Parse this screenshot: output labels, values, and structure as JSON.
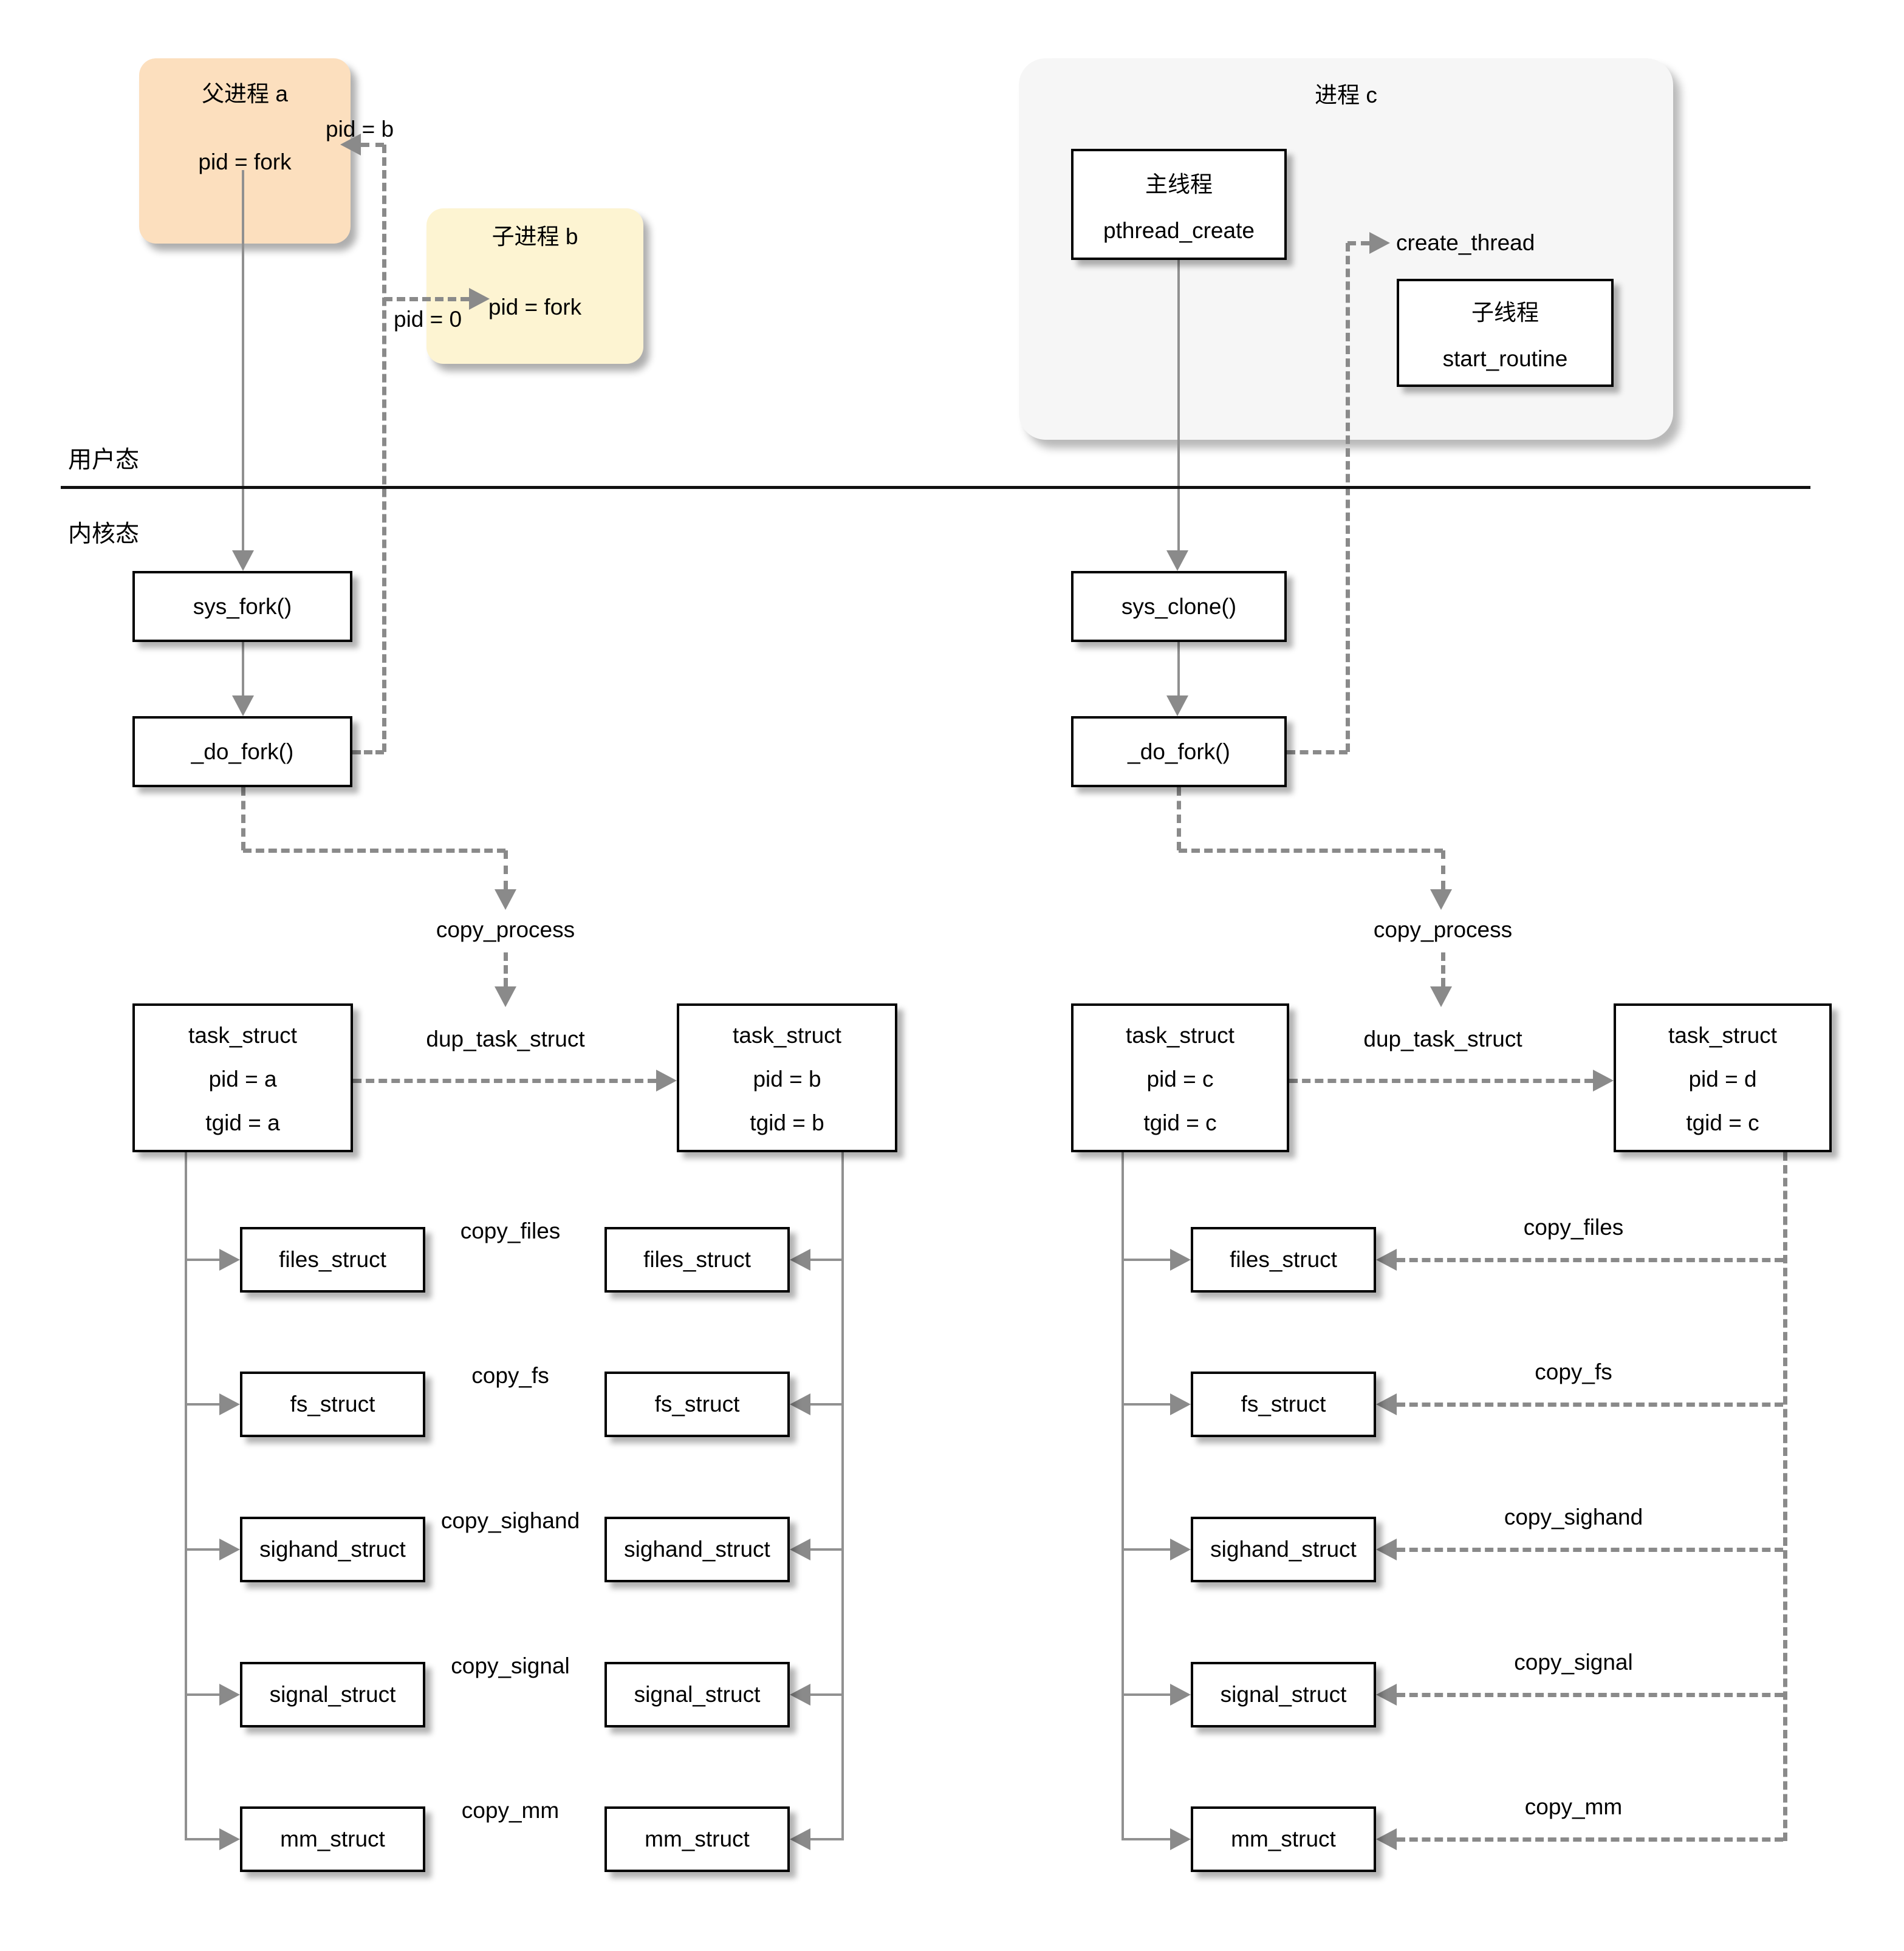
{
  "user_space": {
    "user_mode_label": "用户态",
    "kernel_mode_label": "内核态",
    "parent_process": {
      "title": "父进程 a",
      "body": "pid = fork"
    },
    "child_process": {
      "title": "子进程 b",
      "body": "pid = fork"
    },
    "pid_b_label": "pid = b",
    "pid_0_label": "pid = 0",
    "process_c": {
      "title": "进程 c",
      "main_thread": {
        "line1": "主线程",
        "line2": "pthread_create"
      },
      "child_thread": {
        "line1": "子线程",
        "line2": "start_routine"
      },
      "create_thread_label": "create_thread"
    }
  },
  "fork_flow": {
    "sys_call": "sys_fork()",
    "do_fork": "_do_fork()",
    "copy_process_label": "copy_process",
    "dup_task_struct_label": "dup_task_struct",
    "task_parent": {
      "title": "task_struct",
      "pid": "pid = a",
      "tgid": "tgid = a"
    },
    "task_child": {
      "title": "task_struct",
      "pid": "pid = b",
      "tgid": "tgid = b"
    },
    "structs": [
      {
        "name": "files_struct",
        "copy_label": "copy_files"
      },
      {
        "name": "fs_struct",
        "copy_label": "copy_fs"
      },
      {
        "name": "sighand_struct",
        "copy_label": "copy_sighand"
      },
      {
        "name": "signal_struct",
        "copy_label": "copy_signal"
      },
      {
        "name": "mm_struct",
        "copy_label": "copy_mm"
      }
    ]
  },
  "clone_flow": {
    "sys_call": "sys_clone()",
    "do_fork": "_do_fork()",
    "copy_process_label": "copy_process",
    "dup_task_struct_label": "dup_task_struct",
    "task_parent": {
      "title": "task_struct",
      "pid": "pid = c",
      "tgid": "tgid = c"
    },
    "task_child": {
      "title": "task_struct",
      "pid": "pid = d",
      "tgid": "tgid = c"
    },
    "structs": [
      {
        "name": "files_struct",
        "copy_label": "copy_files"
      },
      {
        "name": "fs_struct",
        "copy_label": "copy_fs"
      },
      {
        "name": "sighand_struct",
        "copy_label": "copy_sighand"
      },
      {
        "name": "signal_struct",
        "copy_label": "copy_signal"
      },
      {
        "name": "mm_struct",
        "copy_label": "copy_mm"
      }
    ]
  },
  "colors": {
    "parent_process_fill": "#fcdfbe",
    "child_process_fill": "#fdf4d2",
    "process_c_fill": "#f6f6f6",
    "connector_gray": "#8a8a8a",
    "divider_black": "#111111"
  }
}
